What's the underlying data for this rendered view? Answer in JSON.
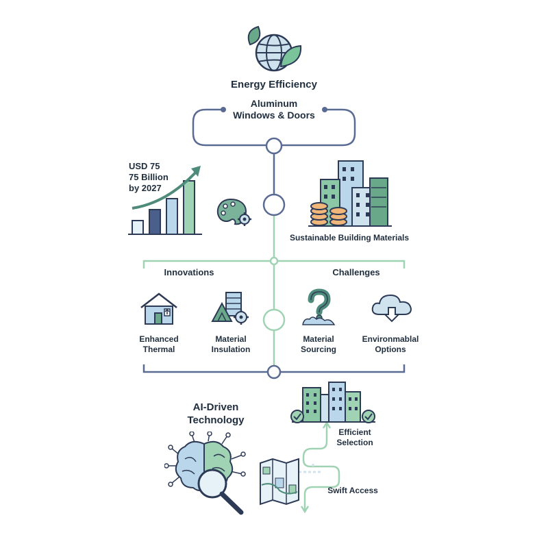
{
  "header": {
    "title": "Energy Efficiency",
    "subtitle_line1": "Aluminum",
    "subtitle_line2": "Windows & Doors"
  },
  "market": {
    "value_line1": "USD 75",
    "value_line2": "75 Billion",
    "value_line3": "by 2027",
    "bars": [
      0.2,
      0.36,
      0.52,
      0.78
    ]
  },
  "materials": {
    "label": "Sustainable Building Materials"
  },
  "sections": {
    "innovations": "Innovations",
    "challenges": "Challenges"
  },
  "items": [
    {
      "line1": "Enhanced",
      "line2": "Thermal",
      "icon": "house-icon"
    },
    {
      "line1": "Material",
      "line2": "Insulation",
      "icon": "insulation-icon"
    },
    {
      "line1": "Material",
      "line2": "Sourcing",
      "icon": "question-icon"
    },
    {
      "line1": "Environmablal",
      "line2": "Options",
      "icon": "cloud-download-icon"
    }
  ],
  "ai": {
    "title_line1": "AI-Driven",
    "title_line2": "Technology"
  },
  "flow": {
    "efficient_line1": "Efficient",
    "efficient_line2": "Selection",
    "swift": "Swift Access"
  },
  "colors": {
    "navy": "#4a5f8c",
    "green": "#9fd3b4",
    "teal": "#4e8b7a",
    "blue": "#cfe3ef"
  }
}
